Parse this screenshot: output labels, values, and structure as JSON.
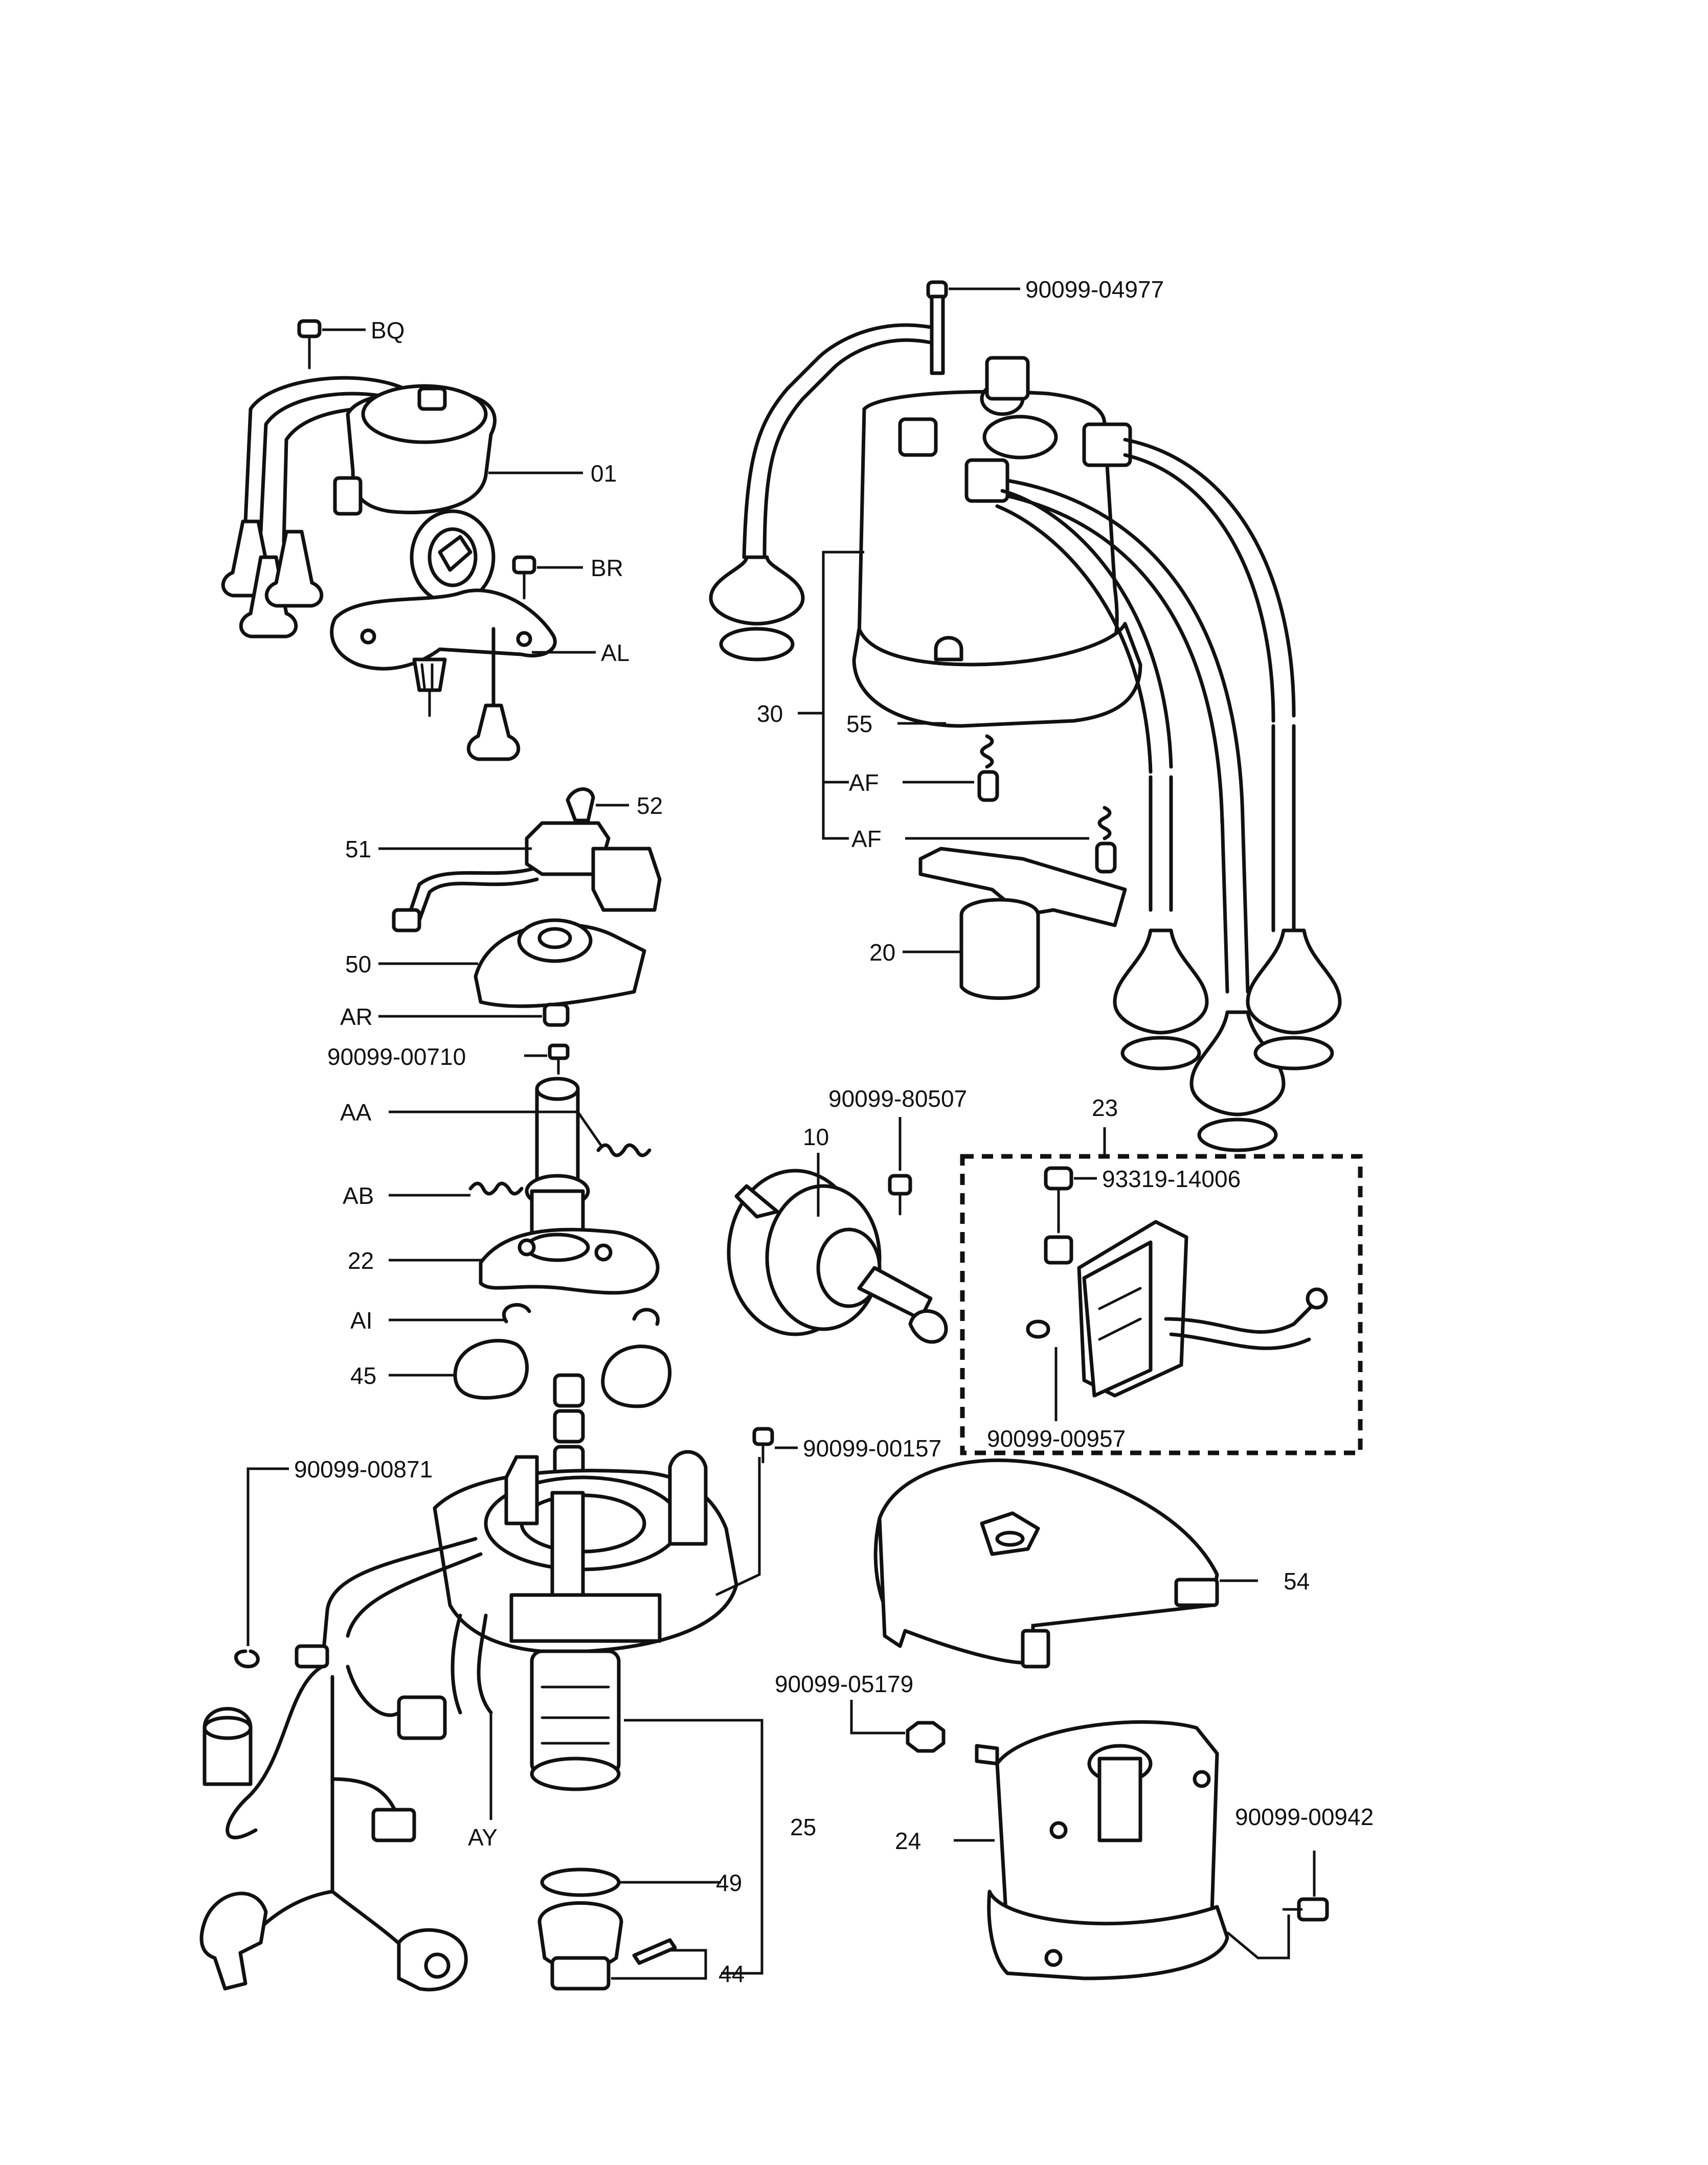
{
  "callouts": {
    "bq": "BQ",
    "c01": "01",
    "br": "BR",
    "al": "AL",
    "c52": "52",
    "c51": "51",
    "c50": "50",
    "ar": "AR",
    "p00710": "90099-00710",
    "aa": "AA",
    "ab": "AB",
    "c22": "22",
    "ai": "AI",
    "c45": "45",
    "p00871": "90099-00871",
    "p00157": "90099-00157",
    "ay": "AY",
    "c25": "25",
    "c49": "49",
    "c44": "44",
    "p04977": "90099-04977",
    "c30": "30",
    "c55": "55",
    "af1": "AF",
    "af2": "AF",
    "c20": "20",
    "p80507": "90099-80507",
    "c10": "10",
    "c23": "23",
    "p14006": "93319-14006",
    "p00957": "90099-00957",
    "c54": "54",
    "p05179": "90099-05179",
    "c24": "24",
    "p00942": "90099-00942"
  }
}
